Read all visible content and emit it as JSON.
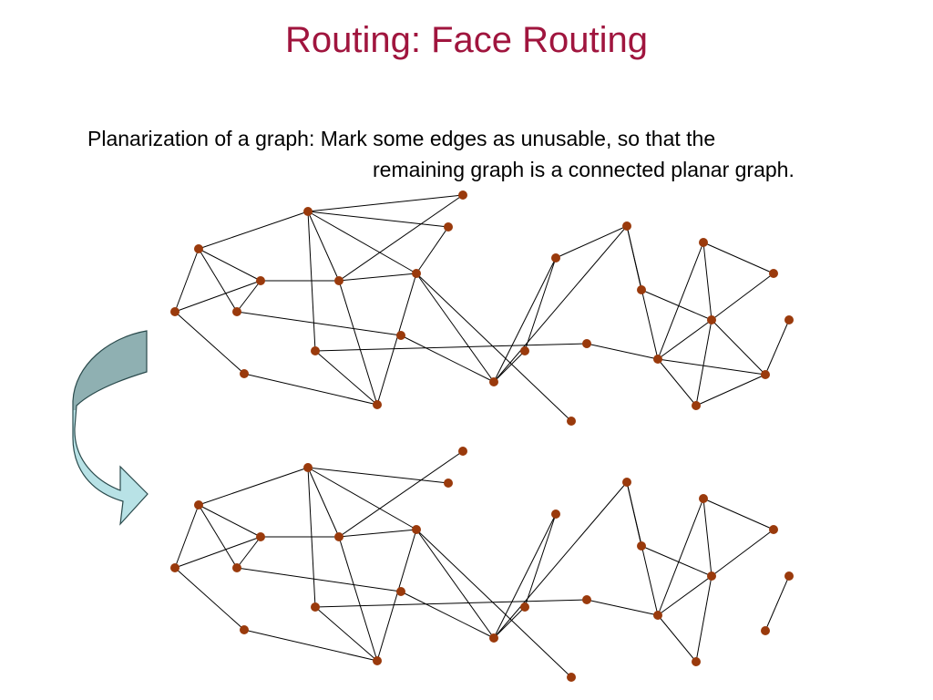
{
  "slide": {
    "title": "Routing: Face Routing",
    "description_line1": "Planarization of a graph: Mark some edges as unusable, so that the",
    "description_line2": "remaining graph is a connected planar graph."
  },
  "colors": {
    "title": "#a0153e",
    "node": "#9a3a0c",
    "edge": "#000000",
    "arrow_top": "#8fb0b2",
    "arrow_bottom": "#b8e2e6"
  },
  "graphs": [
    {
      "role": "original-graph",
      "edges": [
        [
          "A",
          "B"
        ],
        [
          "A",
          "C"
        ],
        [
          "A",
          "D"
        ],
        [
          "A",
          "E"
        ],
        [
          "C",
          "E"
        ],
        [
          "C",
          "G"
        ],
        [
          "D",
          "E"
        ],
        [
          "D",
          "I"
        ],
        [
          "E",
          "F"
        ],
        [
          "B",
          "F"
        ],
        [
          "B",
          "J"
        ],
        [
          "B",
          "K"
        ],
        [
          "B",
          "H"
        ],
        [
          "B",
          "L"
        ],
        [
          "F",
          "L"
        ],
        [
          "F",
          "J"
        ],
        [
          "F",
          "M"
        ],
        [
          "J",
          "M"
        ],
        [
          "J",
          "N"
        ],
        [
          "J",
          "O"
        ],
        [
          "J",
          "K"
        ],
        [
          "I",
          "N"
        ],
        [
          "N",
          "P"
        ],
        [
          "N",
          "Q"
        ],
        [
          "N",
          "S"
        ],
        [
          "P",
          "Q"
        ],
        [
          "Q",
          "S"
        ],
        [
          "M",
          "G"
        ],
        [
          "M",
          "H"
        ],
        [
          "H",
          "R"
        ],
        [
          "R",
          "T"
        ],
        [
          "S",
          "T"
        ],
        [
          "S",
          "V"
        ],
        [
          "T",
          "U"
        ],
        [
          "T",
          "W"
        ],
        [
          "T",
          "X"
        ],
        [
          "T",
          "Z"
        ],
        [
          "U",
          "W"
        ],
        [
          "U",
          "Z"
        ],
        [
          "V",
          "W"
        ],
        [
          "W",
          "X"
        ],
        [
          "W",
          "Y"
        ],
        [
          "W",
          "Z"
        ],
        [
          "X",
          "Y"
        ],
        [
          "Z",
          "AA"
        ]
      ]
    },
    {
      "role": "planarized-graph",
      "edges": [
        [
          "A",
          "B"
        ],
        [
          "A",
          "C"
        ],
        [
          "A",
          "D"
        ],
        [
          "A",
          "E"
        ],
        [
          "C",
          "E"
        ],
        [
          "C",
          "G"
        ],
        [
          "D",
          "E"
        ],
        [
          "D",
          "I"
        ],
        [
          "E",
          "F"
        ],
        [
          "B",
          "F"
        ],
        [
          "B",
          "J"
        ],
        [
          "B",
          "K"
        ],
        [
          "B",
          "H"
        ],
        [
          "F",
          "L"
        ],
        [
          "F",
          "J"
        ],
        [
          "F",
          "M"
        ],
        [
          "J",
          "M"
        ],
        [
          "J",
          "N"
        ],
        [
          "J",
          "O"
        ],
        [
          "I",
          "N"
        ],
        [
          "N",
          "P"
        ],
        [
          "N",
          "Q"
        ],
        [
          "N",
          "S"
        ],
        [
          "P",
          "Q"
        ],
        [
          "M",
          "G"
        ],
        [
          "M",
          "H"
        ],
        [
          "H",
          "R"
        ],
        [
          "R",
          "T"
        ],
        [
          "S",
          "T"
        ],
        [
          "S",
          "V"
        ],
        [
          "T",
          "U"
        ],
        [
          "T",
          "W"
        ],
        [
          "T",
          "X"
        ],
        [
          "U",
          "W"
        ],
        [
          "V",
          "W"
        ],
        [
          "W",
          "X"
        ],
        [
          "W",
          "Y"
        ],
        [
          "X",
          "Y"
        ],
        [
          "Z",
          "AA"
        ]
      ]
    }
  ]
}
